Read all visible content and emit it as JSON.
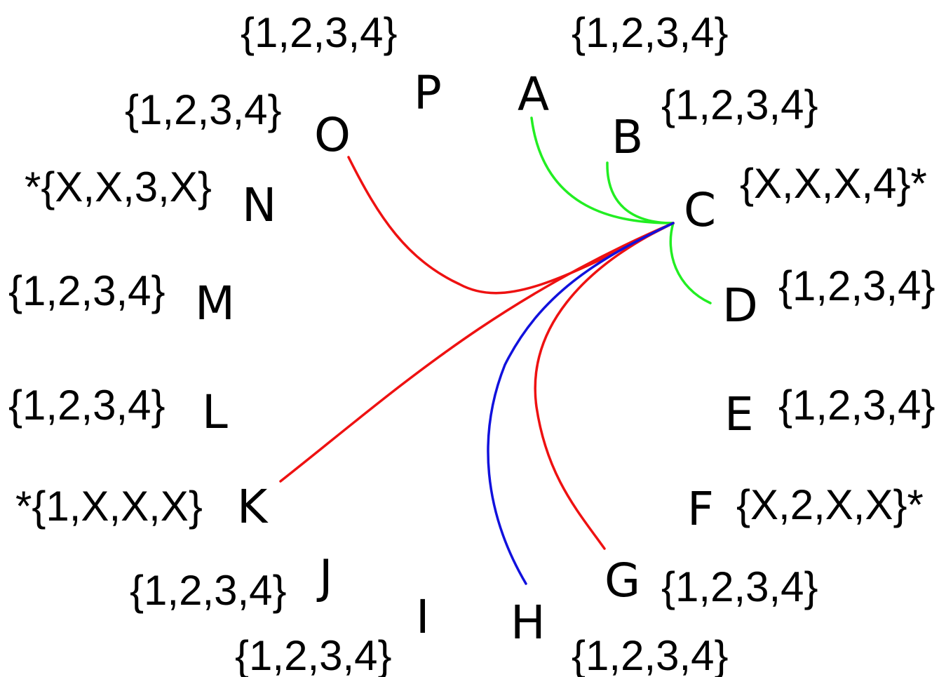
{
  "colors": {
    "green": "#22ee22",
    "red": "#ee1111",
    "blue": "#1111dd"
  },
  "nodes": [
    {
      "id": "A",
      "label": "A",
      "domain": "{1,2,3,4}"
    },
    {
      "id": "B",
      "label": "B",
      "domain": "{1,2,3,4}"
    },
    {
      "id": "C",
      "label": "C",
      "domain": "{X,X,X,4}*"
    },
    {
      "id": "D",
      "label": "D",
      "domain": "{1,2,3,4}"
    },
    {
      "id": "E",
      "label": "E",
      "domain": "{1,2,3,4}"
    },
    {
      "id": "F",
      "label": "F",
      "domain": "{X,2,X,X}*"
    },
    {
      "id": "G",
      "label": "G",
      "domain": "{1,2,3,4}"
    },
    {
      "id": "H",
      "label": "H",
      "domain": "{1,2,3,4}"
    },
    {
      "id": "I",
      "label": "I",
      "domain": "{1,2,3,4}"
    },
    {
      "id": "J",
      "label": "J",
      "domain": "{1,2,3,4}"
    },
    {
      "id": "K",
      "label": "K",
      "domain": "*{1,X,X,X}"
    },
    {
      "id": "L",
      "label": "L",
      "domain": "{1,2,3,4}"
    },
    {
      "id": "M",
      "label": "M",
      "domain": "{1,2,3,4}"
    },
    {
      "id": "N",
      "label": "N",
      "domain": "*{X,X,3,X}"
    },
    {
      "id": "O",
      "label": "O",
      "domain": "{1,2,3,4}"
    },
    {
      "id": "P",
      "label": "P",
      "domain": "{1,2,3,4}"
    }
  ],
  "edges": [
    {
      "from": "C",
      "to": "A",
      "color": "green"
    },
    {
      "from": "C",
      "to": "B",
      "color": "green"
    },
    {
      "from": "C",
      "to": "D",
      "color": "green"
    },
    {
      "from": "C",
      "to": "O",
      "color": "red"
    },
    {
      "from": "C",
      "to": "K",
      "color": "red"
    },
    {
      "from": "C",
      "to": "G",
      "color": "red"
    },
    {
      "from": "C",
      "to": "H",
      "color": "blue"
    }
  ]
}
